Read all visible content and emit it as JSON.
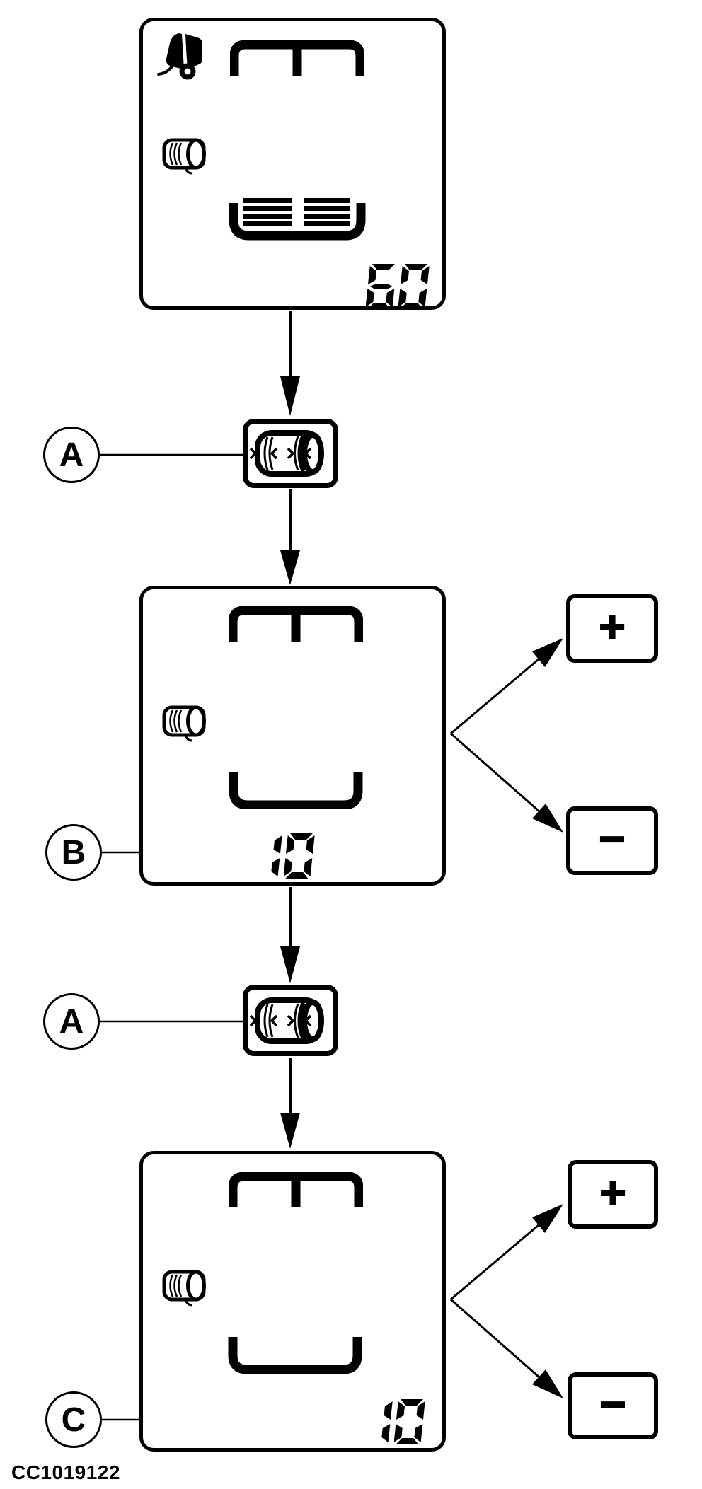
{
  "figure": {
    "caption": "CC1019122",
    "ink_color": "#000000",
    "background_color": "#ffffff"
  },
  "callouts": {
    "a1": "A",
    "b": "B",
    "a2": "A",
    "c": "C"
  },
  "buttons": {
    "plus_label": "+",
    "minus_label": "−",
    "net_wrap_icon": "net-roll-feed-icon"
  },
  "screens": [
    {
      "id": "screen-1",
      "value": "60",
      "icons": [
        "baler-icon",
        "bale-chamber-top-icon",
        "net-roll-icon",
        "net-wrap-layers-icon"
      ]
    },
    {
      "id": "screen-2",
      "value": "10",
      "icons": [
        "bale-chamber-top-icon",
        "net-roll-icon",
        "bale-chamber-bottom-icon"
      ]
    },
    {
      "id": "screen-3",
      "value": "10",
      "icons": [
        "bale-chamber-top-icon",
        "net-roll-icon",
        "bale-chamber-bottom-icon"
      ]
    }
  ]
}
